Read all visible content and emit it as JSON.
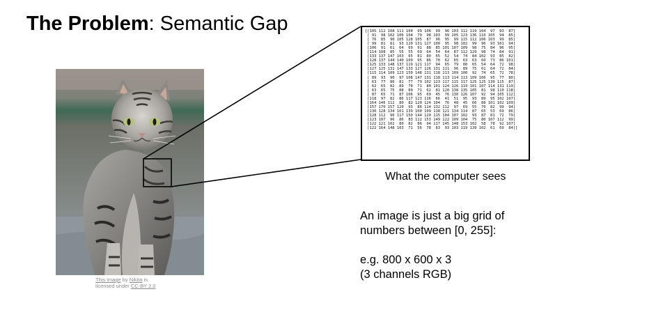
{
  "slide": {
    "title_bold": "The Problem",
    "title_rest": ": Semantic Gap",
    "caption": "What the computer sees",
    "desc_lines": [
      "An image is just a big grid of",
      "numbers between [0, 255]:"
    ],
    "example_lines": [
      "e.g. 800 x 600 x 3",
      "(3 channels RGB)"
    ]
  },
  "credit": {
    "link1": "This image",
    "by": " by ",
    "link2": "Nikita",
    "is": " is",
    "licensed": "licensed under ",
    "link3": "CC-BY 2.0"
  },
  "pixel_grid": [
    "[[105 112 108 111 104  99 106  99  96 103 112 119 104  97  93  87]",
    " [ 91  98 102 106 104  79  98 103  99 105 123 136 110 105  94  85]",
    " [ 76  85  90 105 128 105  87  96  95  99 115 112 106 103  99  85]",
    " [ 99  81  81  93 120 131 127 100  95  98 102  99  96  93 101  94]",
    " [106  91  61  64  69  91  88  85 101 107 109  98  75  84  96  95]",
    " [114 108  85  55  55  69  64  54  64  87 112 129  98  74  84  91]",
    " [133 137 147 103  65  81  80  65  52  54  74  84 102  93  85  82]",
    " [128 137 144 140 109  95  86  70  62  65  63  63  60  73  86 101]",
    " [125 133 148 137 119 121 117  94  65  79  80  65  54  64  72  98]",
    " [127 125 131 147 133 127 126 131 111  96  89  75  61  64  72  84]",
    " [115 114 109 123 150 148 131 118 113 109 100  92  74  65  72  78]",
    " [ 89  93  90  97 108 147 131 118 113 114 113 109 106  95  77  80]",
    " [ 63  77  86  81  77  79 102 123 117 115 117 125 125 130 115  87]",
    " [ 62  65  82  89  78  71  80 101 124 126 119 101 107 114 131 119]",
    " [ 63  65  75  88  89  71  62  81 120 138 135 105  81  98 110 118]",
    " [ 87  65  71  87 106  95  69  45  76 130 126 107  92  94 105 112]",
    " [118  97  82  86 117 123 116  66  41  51  95  93  89  95 102 107]",
    " [164 146 112  80  82 120 124 104  76  48  45  66  88 101 102 109]",
    " [157 170 157 120  93  86 114 132 112  97  69  55  70  82  99  94]",
    " [130 128 134 161 139 100 109 118 121 134 114  87  65  53  69  86]",
    " [128 112  96 117 150 144 120 115 104 107 102  93  87  81  72  79]",
    " [123 107  96  86  83 112 153 149 122 109 104  75  80 107 112  99]",
    " [122 121 102  80  82  86  94 117 145 148 153 102  58  78  92 107]",
    " [122 164 148 103  71  56  78  83  93 103 119 139 102  61  69  84]]"
  ],
  "colors": {
    "text": "#000000",
    "credit_gray": "#8c8c8c"
  }
}
